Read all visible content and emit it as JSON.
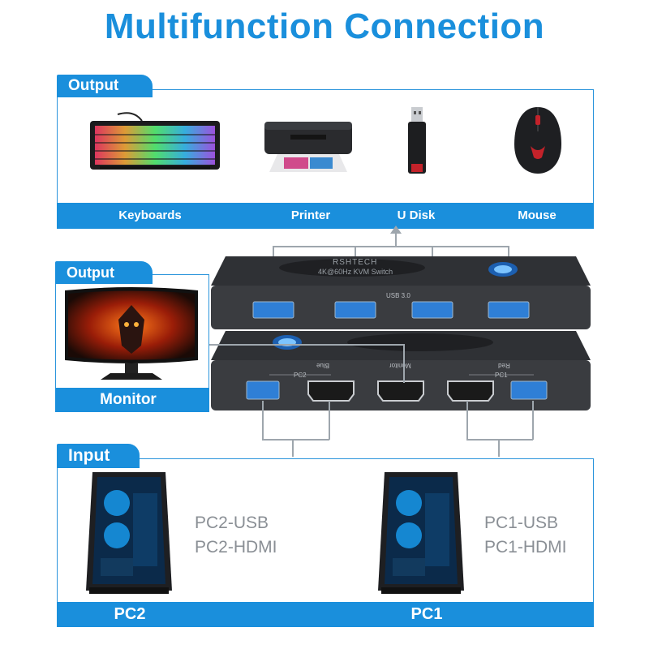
{
  "title": "Multifunction Connection",
  "output_top": {
    "tab": "Output",
    "devices": [
      {
        "label": "Keyboards",
        "icon": "keyboard-icon"
      },
      {
        "label": "Printer",
        "icon": "printer-icon"
      },
      {
        "label": "U Disk",
        "icon": "usb-disk-icon"
      },
      {
        "label": "Mouse",
        "icon": "mouse-icon"
      }
    ]
  },
  "output_monitor": {
    "tab": "Output",
    "label": "Monitor"
  },
  "switch": {
    "brand": "RSHTECH",
    "model": "4K@60Hz KVM Switch",
    "usb_label": "USB 3.0",
    "pc2_label": "PC2",
    "pc1_label": "PC1",
    "blue_label": "Blue",
    "red_label": "Red",
    "monitor_label": "Monitor"
  },
  "input": {
    "tab": "Input",
    "pcs": [
      {
        "name": "PC2",
        "lines": [
          "PC2-USB",
          "PC2-HDMI"
        ]
      },
      {
        "name": "PC1",
        "lines": [
          "PC1-USB",
          "PC1-HDMI"
        ]
      }
    ]
  },
  "colors": {
    "accent": "#1a8fdc",
    "text_gray": "#8a8f95",
    "wire": "#9ea6ad"
  }
}
